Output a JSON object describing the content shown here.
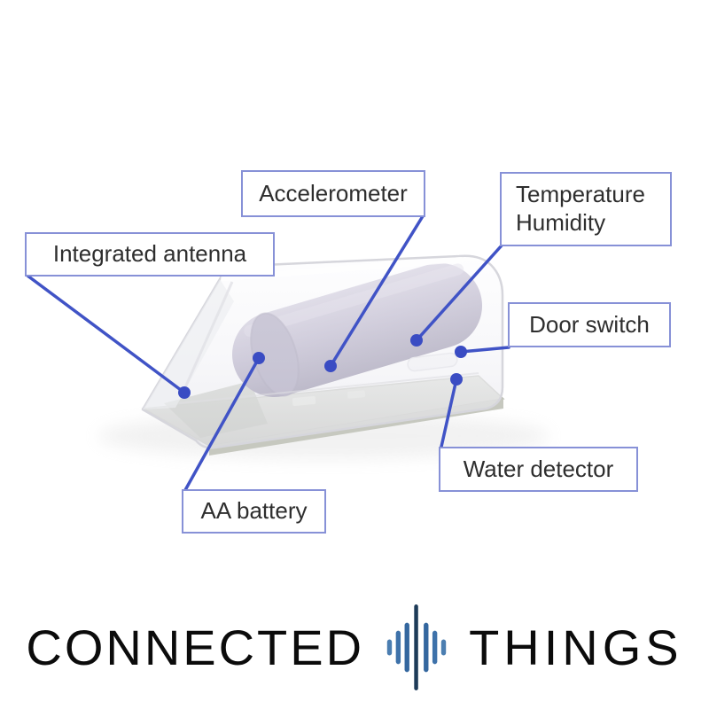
{
  "css_vars": {
    "callout-border": "#8791d7",
    "leader-line": "#4053c6",
    "marker-dot": "#3a4cc3",
    "label-text": "#2e2e2e",
    "logo-text": "#0b0b0b",
    "wave-center": "#1e3b58",
    "wave-bar-inner": "#34679f",
    "wave-bar-mid": "#3e72aa",
    "wave-bar-outer": "#4b7eb1"
  },
  "diagram": {
    "description": "3D cutaway render of a translucent wireless sensor device with purple AA battery inside",
    "callouts": [
      {
        "id": "accelerometer",
        "label": "Accelerometer"
      },
      {
        "id": "temperature-humidity",
        "label": "Temperature\nHumidity"
      },
      {
        "id": "integrated-antenna",
        "label": "Integrated antenna"
      },
      {
        "id": "door-switch",
        "label": "Door switch"
      },
      {
        "id": "water-detector",
        "label": "Water detector"
      },
      {
        "id": "aa-battery",
        "label": "AA battery"
      }
    ],
    "colors": {
      "callout_border": "#8791d7",
      "leader_line": "#4053c6",
      "marker_dot": "#3a4cc3",
      "battery_purple": "#968eae",
      "shell_white": "#f0f0f3",
      "base_gray": "#ccceC5"
    }
  },
  "logo": {
    "word_left": "CONNECTED",
    "word_right": "THINGS",
    "icon": "audio-waveform-icon",
    "icon_colors": {
      "center_bar": "#1e3b58",
      "side_bars": "#3e72aa"
    },
    "text_color": "#0b0b0b"
  }
}
